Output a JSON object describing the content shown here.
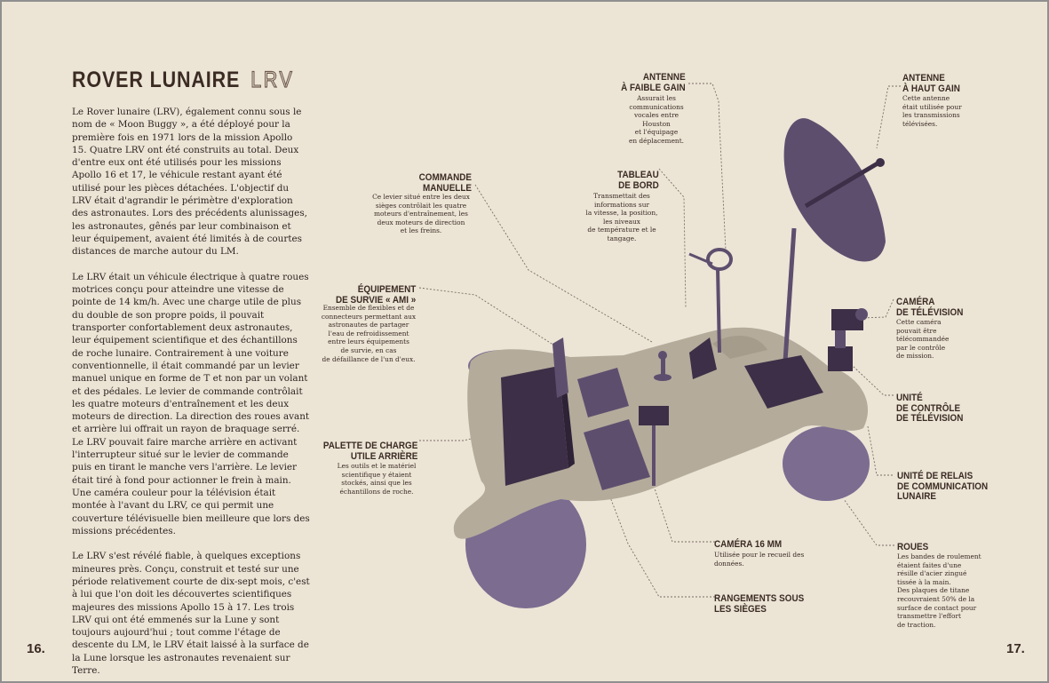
{
  "title": "ROVER LUNAIRE",
  "title_sub": "LRV",
  "paragraphs": [
    "Le Rover lunaire (LRV), également connu sous le nom de « Moon Buggy », a été déployé pour la première fois en 1971 lors de la mission Apollo 15. Quatre LRV ont été construits au total. Deux d'entre eux ont été utilisés pour les missions Apollo 16 et 17, le véhicule restant ayant été utilisé pour les pièces détachées. L'objectif du LRV était d'agrandir le périmètre d'exploration des astronautes. Lors des précédents alunissages, les astronautes, gênés par leur combinaison et leur équipement, avaient été limités à de courtes distances de marche autour du LM.",
    "Le LRV était un véhicule électrique à quatre roues motrices conçu pour atteindre une vitesse de pointe de 14 km/h. Avec une charge utile de plus du double de son propre poids, il pouvait transporter confortablement deux astronautes, leur équipement scientifique et des échantillons de roche lunaire. Contrairement à une voiture conventionnelle, il était commandé par un levier manuel unique en forme de T et non par un volant et des pédales. Le levier de commande contrôlait les quatre moteurs d'entraînement et les deux moteurs de direction. La direction des roues avant et arrière lui offrait un rayon de braquage serré. Le LRV pouvait faire marche arrière en activant l'interrupteur situé sur le levier de commande puis en tirant le manche vers l'arrière. Le levier était tiré à fond pour actionner le frein à main. Une caméra couleur pour la télévision était montée à l'avant du LRV, ce qui permit une couverture télévisuelle bien meilleure que lors des missions précédentes.",
    "Le LRV s'est révélé fiable, à quelques exceptions mineures près. Conçu, construit et testé sur une période relativement courte de dix-sept mois, c'est à lui que l'on doit les découvertes scientifiques majeures des missions Apollo 15 à 17. Les trois LRV qui ont été emmenés sur la Lune y sont toujours aujourd'hui ; tout comme l'étage de descente du LM, le LRV était laissé à la surface de la Lune lorsque les astronautes revenaient sur Terre."
  ],
  "page_left": "16.",
  "page_right": "17.",
  "colors": {
    "background": "#ece5d6",
    "body_chassis": "#b4ab9b",
    "component_purple": "#5e4e6e",
    "dark_purple": "#3d2f47",
    "text": "#3b2b23"
  },
  "annotations": {
    "antenne_faible": {
      "label": "ANTENNE\nÀ FAIBLE GAIN",
      "text": "Assurait les\ncommunications\nvocales entre\nHouston\net l'équipage\nen déplacement."
    },
    "antenne_haut": {
      "label": "ANTENNE\nÀ HAUT GAIN",
      "text": "Cette antenne\nétait utilisée pour\nles transmissions\ntélévisées."
    },
    "commande": {
      "label": "COMMANDE\nMANUELLE",
      "text": "Ce levier situé entre les deux\nsièges contrôlait les quatre\nmoteurs d'entraînement, les\ndeux moteurs de direction\net les freins."
    },
    "tableau": {
      "label": "TABLEAU\nDE BORD",
      "text": "Transmettait des\ninformations sur\nla vitesse, la position,\nles niveaux\nde température et le\ntangage."
    },
    "survie": {
      "label": "ÉQUIPEMENT\nDE SURVIE « AMI »",
      "text": "Ensemble de flexibles et de\nconnecteurs permettant aux\nastronautes de partager\nl'eau de refroidissement\nentre leurs équipements\nde survie, en cas\nde défaillance de l'un d'eux."
    },
    "camera_tv": {
      "label": "CAMÉRA\nDE TÉLÉVISION",
      "text": "Cette caméra\npouvait être\ntélécommandée\npar le contrôle\nde mission."
    },
    "unite_controle": {
      "label": "UNITÉ\nDE CONTRÔLE\nDE TÉLÉVISION",
      "text": ""
    },
    "palette": {
      "label": "PALETTE DE CHARGE\nUTILE ARRIÈRE",
      "text": "Les outils et le matériel\nscientifique y étaient\nstockés, ainsi que les\néchantillons de roche."
    },
    "relais": {
      "label": "UNITÉ DE RELAIS\nDE COMMUNICATION\nLUNAIRE",
      "text": ""
    },
    "camera16": {
      "label": "CAMÉRA 16 MM",
      "text": "Utilisée pour le recueil des\ndonnées."
    },
    "roues": {
      "label": "ROUES",
      "text": "Les bandes de roulement\nétaient faites d'une\nrésille d'acier zingué\ntissée à la main.\nDes plaques de titane\nrecouvraient 50% de la\nsurface de contact pour\ntransmettre l'effort\nde traction."
    },
    "rangements": {
      "label": "RANGEMENTS SOUS\nLES SIÈGES",
      "text": ""
    }
  }
}
